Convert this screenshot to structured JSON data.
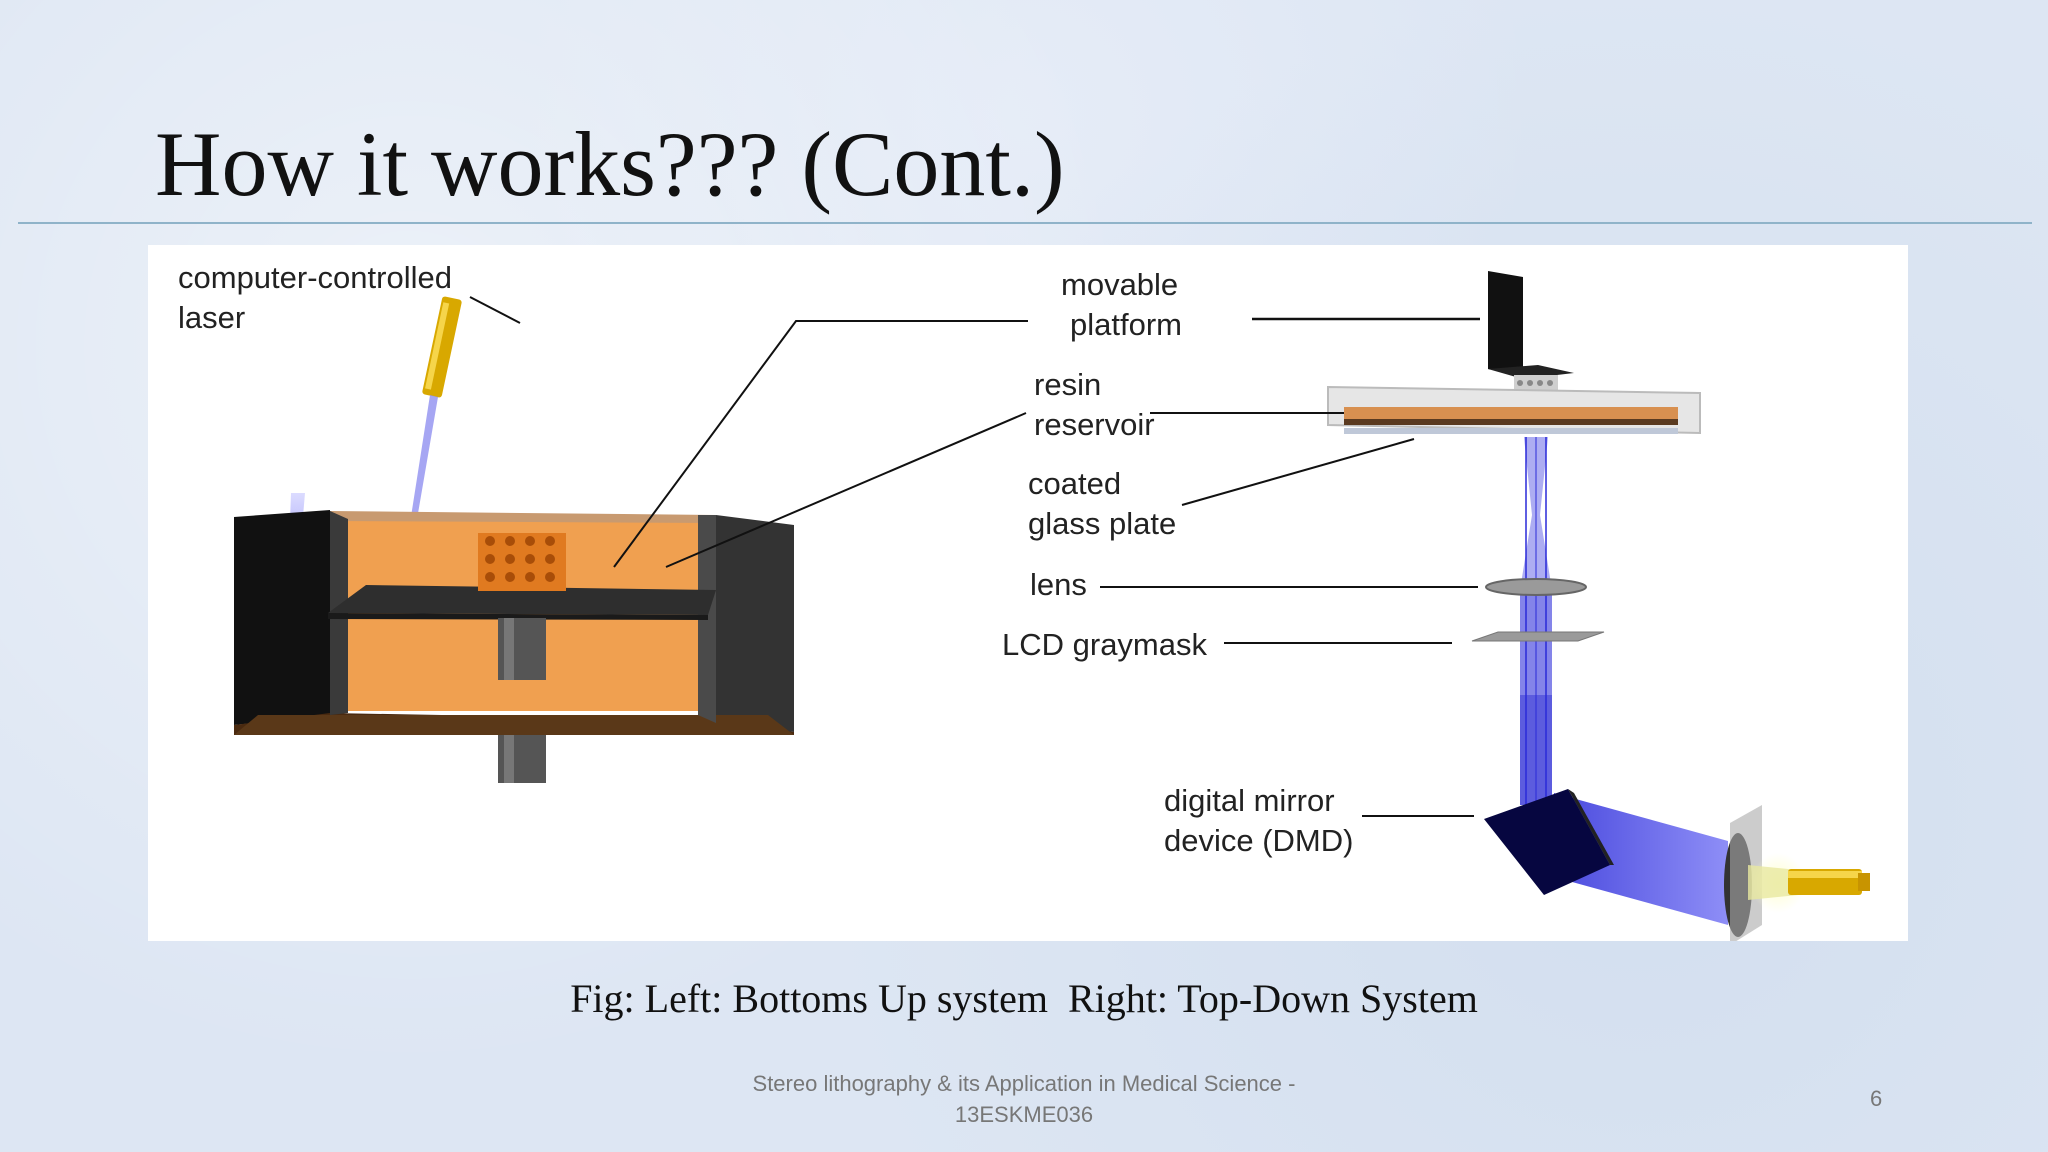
{
  "slide": {
    "title": "How it works??? (Cont.)",
    "caption": "Fig: Left: Bottoms Up system  Right: Top-Down System",
    "footer_line1": "Stereo lithography & its Application in Medical Science -",
    "footer_line2": "13ESKME036",
    "page_number": "6"
  },
  "diagram": {
    "labels": {
      "laser_line1": "computer-controlled",
      "laser_line2": "laser",
      "platform_line1": "movable",
      "platform_line2": "platform",
      "resin_line1": "resin",
      "resin_line2": "reservoir",
      "glass_line1": "coated",
      "glass_line2": "glass plate",
      "lens": "lens",
      "lcd": "LCD graymask",
      "dmd_line1": "digital mirror",
      "dmd_line2": "device (DMD)"
    },
    "colors": {
      "resin": "#f0a050",
      "vat_dark": "#3a3a3a",
      "beam": "#3a3af0",
      "laser_gold": "#d8a800"
    }
  }
}
